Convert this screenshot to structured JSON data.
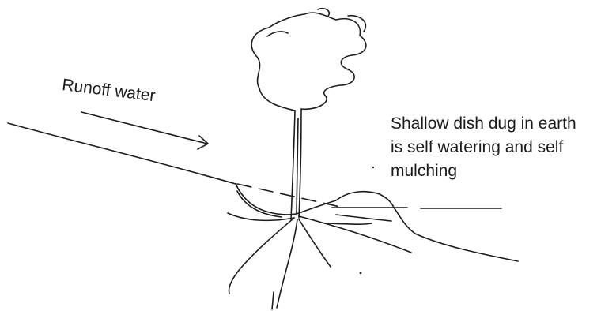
{
  "labels": {
    "runoff": "Runoff water",
    "dish": [
      "Shallow dish dug in earth",
      "is self watering and self",
      "mulching"
    ]
  },
  "colors": {
    "ink": "#1c1c1c",
    "background": "#ffffff"
  }
}
